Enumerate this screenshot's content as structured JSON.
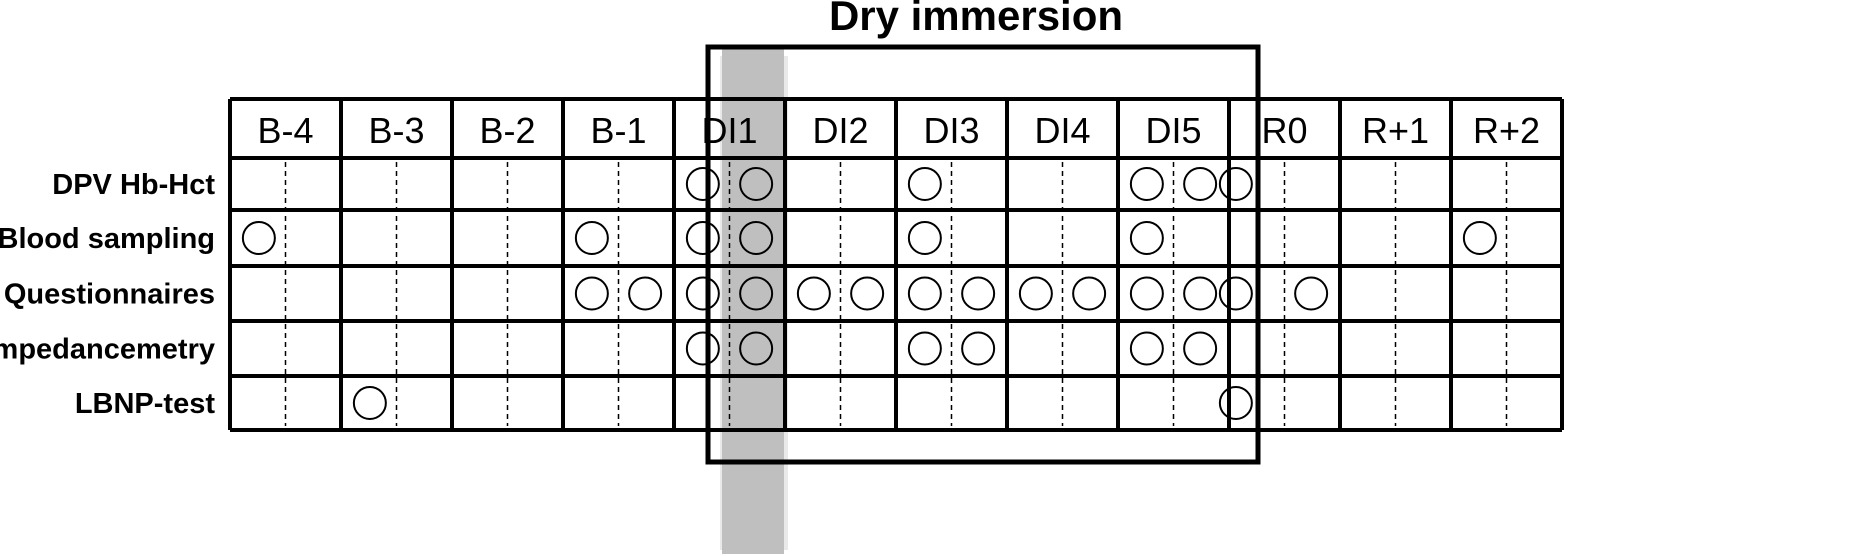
{
  "title": "Dry immersion",
  "days": [
    "B-4",
    "B-3",
    "B-2",
    "B-1",
    "DI1",
    "DI2",
    "DI3",
    "DI4",
    "DI5",
    "R0",
    "R+1",
    "R+2"
  ],
  "rows": [
    {
      "label": "DPV Hb-Hct",
      "marks": [
        [
          4,
          0
        ],
        [
          4,
          1
        ],
        [
          6,
          0
        ],
        [
          8,
          0
        ],
        [
          8,
          1
        ],
        [
          9,
          0
        ]
      ]
    },
    {
      "label": "Blood sampling",
      "marks": [
        [
          0,
          0
        ],
        [
          3,
          0
        ],
        [
          4,
          0
        ],
        [
          4,
          1
        ],
        [
          6,
          0
        ],
        [
          8,
          0
        ],
        [
          11,
          0
        ]
      ]
    },
    {
      "label": "Questionnaires",
      "marks": [
        [
          3,
          0
        ],
        [
          3,
          1
        ],
        [
          4,
          0
        ],
        [
          4,
          1
        ],
        [
          5,
          0
        ],
        [
          5,
          1
        ],
        [
          6,
          0
        ],
        [
          6,
          1
        ],
        [
          7,
          0
        ],
        [
          7,
          1
        ],
        [
          8,
          0
        ],
        [
          8,
          1
        ],
        [
          9,
          0
        ],
        [
          9,
          1
        ]
      ]
    },
    {
      "label": "Impedancemetry",
      "marks": [
        [
          4,
          0
        ],
        [
          4,
          1
        ],
        [
          6,
          0
        ],
        [
          6,
          1
        ],
        [
          8,
          0
        ],
        [
          8,
          1
        ]
      ]
    },
    {
      "label": "LBNP-test",
      "marks": [
        [
          1,
          0
        ],
        [
          9,
          0
        ]
      ]
    }
  ],
  "colors": {
    "line": "#000000",
    "highlight": "#c0c0c0",
    "highlight_light": "#e6e6e6"
  }
}
